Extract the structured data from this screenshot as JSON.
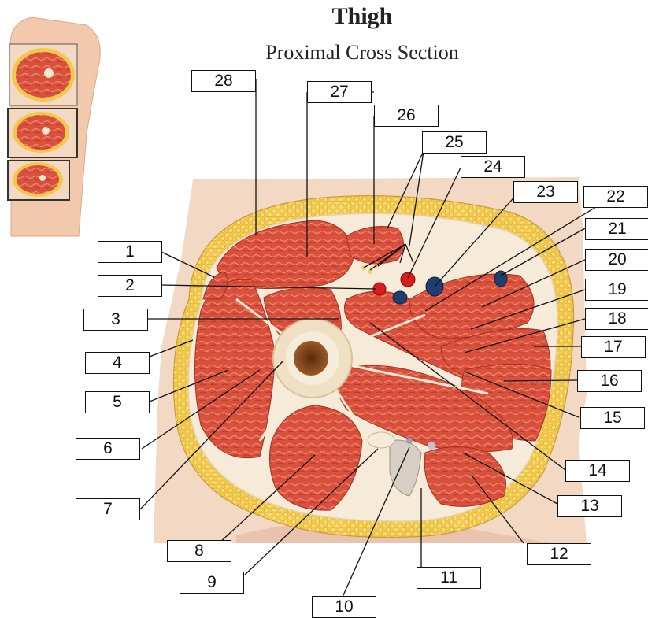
{
  "title": "Thigh",
  "subtitle": "Proximal Cross Section",
  "labels": [
    "1",
    "2",
    "3",
    "4",
    "5",
    "6",
    "7",
    "8",
    "9",
    "10",
    "11",
    "12",
    "13",
    "14",
    "15",
    "16",
    "17",
    "18",
    "19",
    "20",
    "21",
    "22",
    "23",
    "24",
    "25",
    "26",
    "27",
    "28"
  ],
  "colors": {
    "muscle": "#d9503c",
    "muscle_dark": "#b63a2a",
    "fat": "#f2c94c",
    "skin": "#f3d9c4",
    "bone": "#f4e7cf",
    "marrow": "#7a3b14",
    "artery": "#d81e1e",
    "vein": "#1f3f6e",
    "fascia": "#f6ead8"
  }
}
